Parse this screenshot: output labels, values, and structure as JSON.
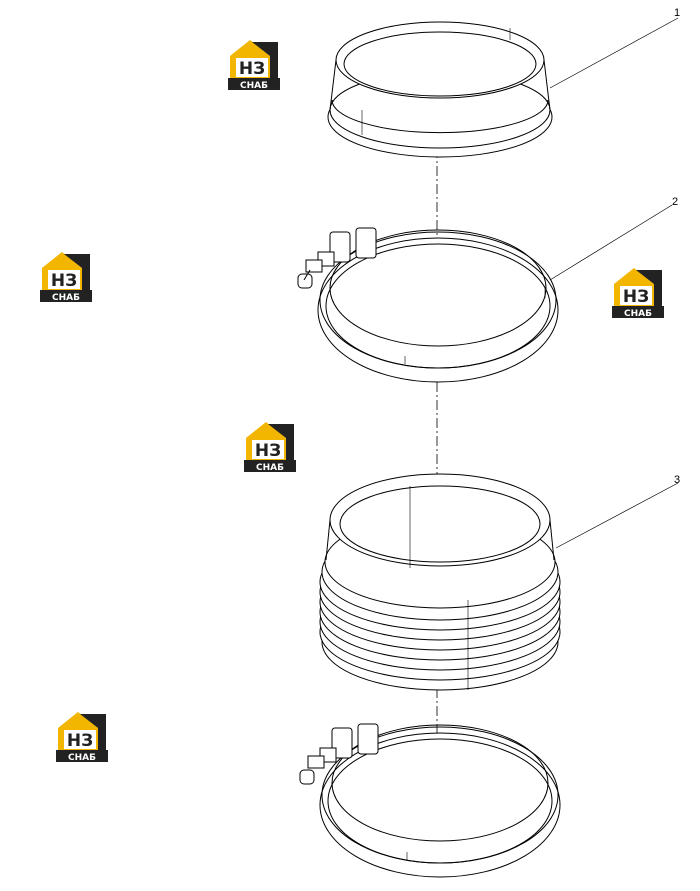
{
  "diagram": {
    "callouts": [
      {
        "id": "1",
        "label": "1"
      },
      {
        "id": "2",
        "label": "2"
      },
      {
        "id": "3",
        "label": "3"
      }
    ],
    "parts": [
      {
        "name": "ring-cover"
      },
      {
        "name": "v-band-clamp"
      },
      {
        "name": "bellows"
      },
      {
        "name": "v-band-clamp"
      }
    ]
  },
  "watermark": {
    "top_text": "НЗ",
    "bottom_text": "СНАБ",
    "colors": {
      "yellow": "#F2B500",
      "dark": "#222222",
      "white": "#FFFFFF"
    }
  },
  "colors": {
    "line": "#000000",
    "background": "#FFFFFF"
  }
}
